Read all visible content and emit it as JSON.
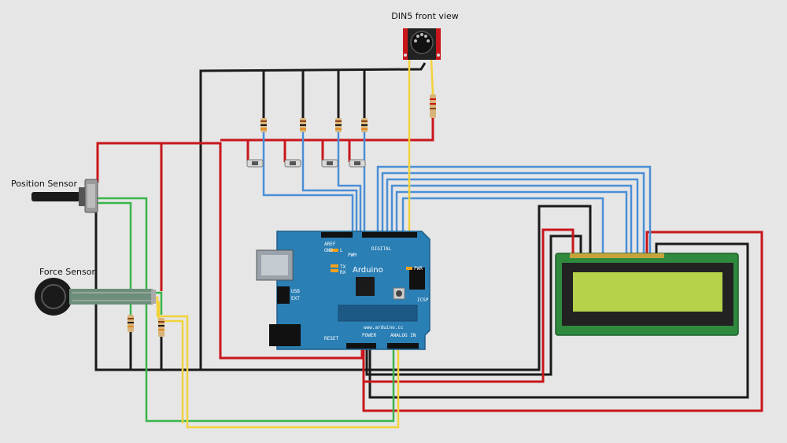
{
  "labels": {
    "din5": "DIN5 front view",
    "position_sensor": "Position Sensor",
    "force_sensor": "Force Sensor"
  },
  "arduino": {
    "brand": "Arduino",
    "url": "www.arduino.cc",
    "digital": "DIGITAL",
    "analog_in": "ANALOG IN",
    "power": "POWER",
    "icsp": "ICSP",
    "tx": "TX",
    "rx": "RX",
    "l": "L",
    "pwr": "PWR",
    "usb": "USB",
    "ext": "EXT",
    "aref": "AREF",
    "gnd": "GND",
    "reset": "RESET",
    "pwm": "PWM"
  },
  "colors": {
    "background": "#e6e6e6",
    "wire_black": "#1a1a1a",
    "wire_red": "#c8161b",
    "wire_blue": "#4a8fd6",
    "wire_green": "#39b54a",
    "wire_yellow": "#f2d23a",
    "arduino_board": "#2a7fb5",
    "lcd_board": "#2f8a3e",
    "lcd_screen": "#b6d14a"
  }
}
